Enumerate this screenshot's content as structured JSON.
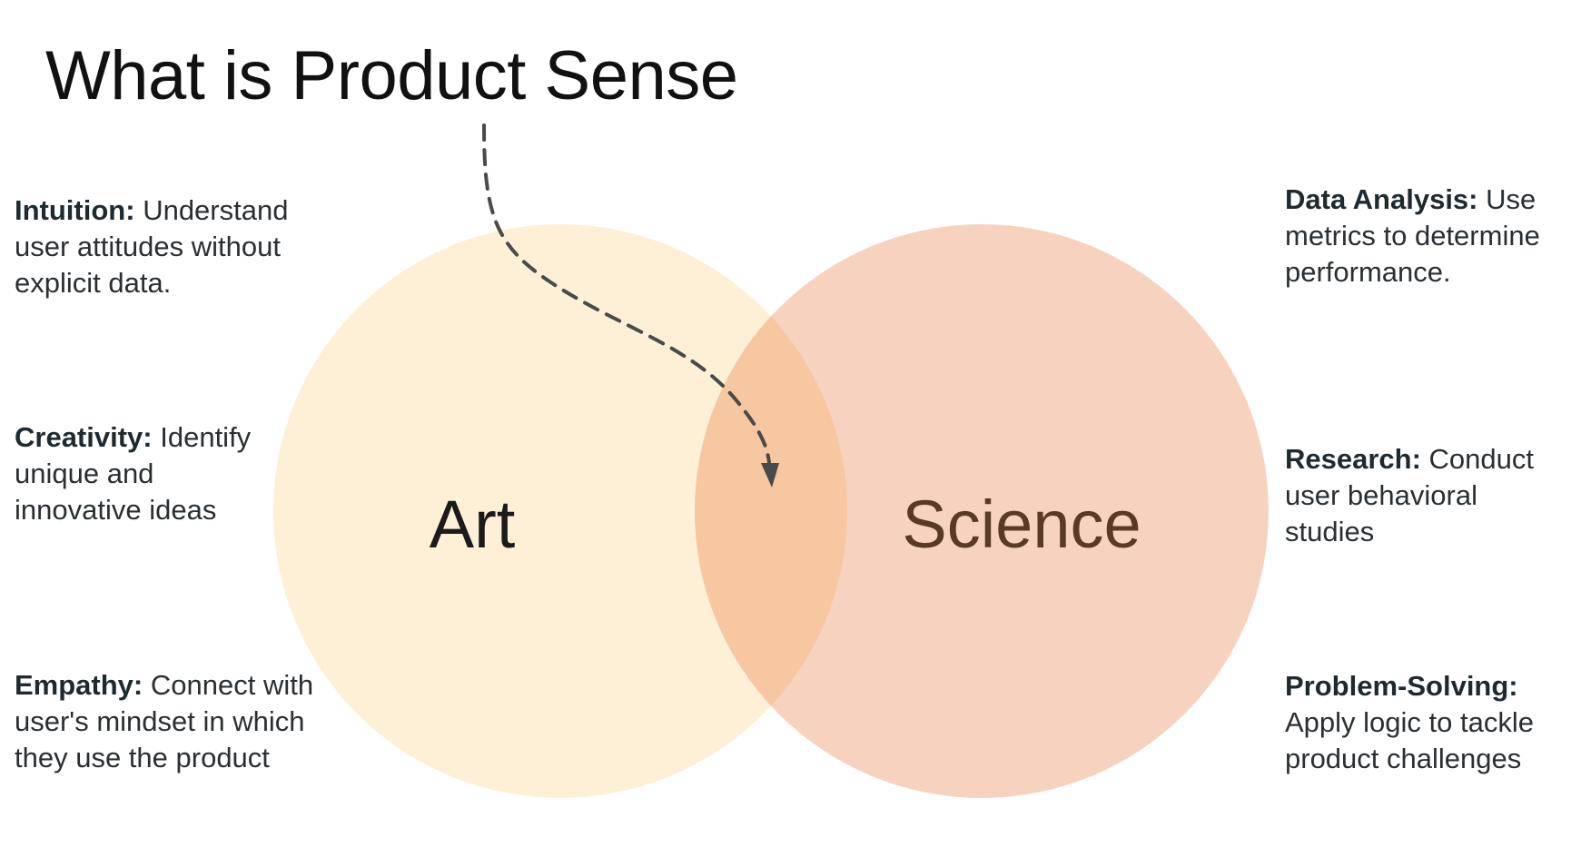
{
  "title": "What is Product Sense",
  "circles": {
    "left_label": "Art",
    "right_label": "Science",
    "left_color": "#fdf0d6",
    "right_color": "#f7d3bf",
    "overlap_color": "#f6c7a0",
    "left_text_color": "#1b1b1b",
    "right_text_color": "#5a3a26"
  },
  "left_items": [
    {
      "term": "Intuition:",
      "text": "Understand user attitudes without explicit data."
    },
    {
      "term": "Creativity:",
      "text": "Identify unique and innovative ideas"
    },
    {
      "term": "Empathy:",
      "text": "Connect with user's mindset in which they use the product"
    }
  ],
  "right_items": [
    {
      "term": "Data Analysis:",
      "text": "Use metrics to determine performance."
    },
    {
      "term": "Research:",
      "text": "Conduct user behavioral studies"
    },
    {
      "term": "Problem-Solving:",
      "text": "Apply logic to tackle product challenges"
    }
  ],
  "arrow_color": "#4a4a4a"
}
